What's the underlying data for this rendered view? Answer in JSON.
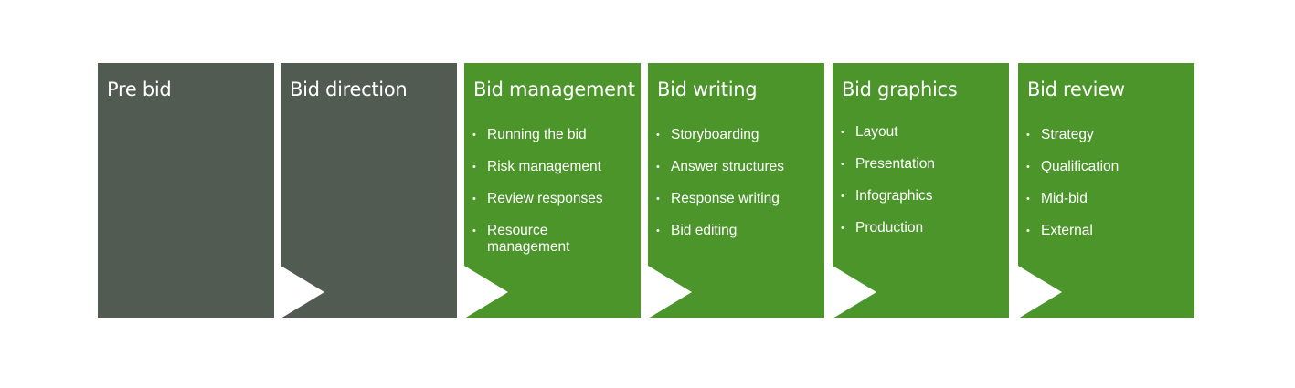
{
  "stages": [
    {
      "title": "Pre bid",
      "items": []
    },
    {
      "title": "Bid direction",
      "items": []
    },
    {
      "title": "Bid management",
      "items": [
        "Running the bid",
        "Risk management",
        "Review responses",
        "Resource management"
      ]
    },
    {
      "title": "Bid writing",
      "items": [
        "Storyboarding",
        "Answer structures",
        "Response writing",
        "Bid editing"
      ]
    },
    {
      "title": "Bid graphics",
      "items": [
        "Layout",
        "Presentation",
        "Infographics",
        "Production"
      ]
    },
    {
      "title": "Bid review",
      "items": [
        "Strategy",
        "Qualification",
        "Mid-bid",
        "External"
      ]
    }
  ],
  "colors": {
    "dark_panel": "#515b52",
    "green_panel": "#4b952b",
    "text": "#ffffff"
  }
}
